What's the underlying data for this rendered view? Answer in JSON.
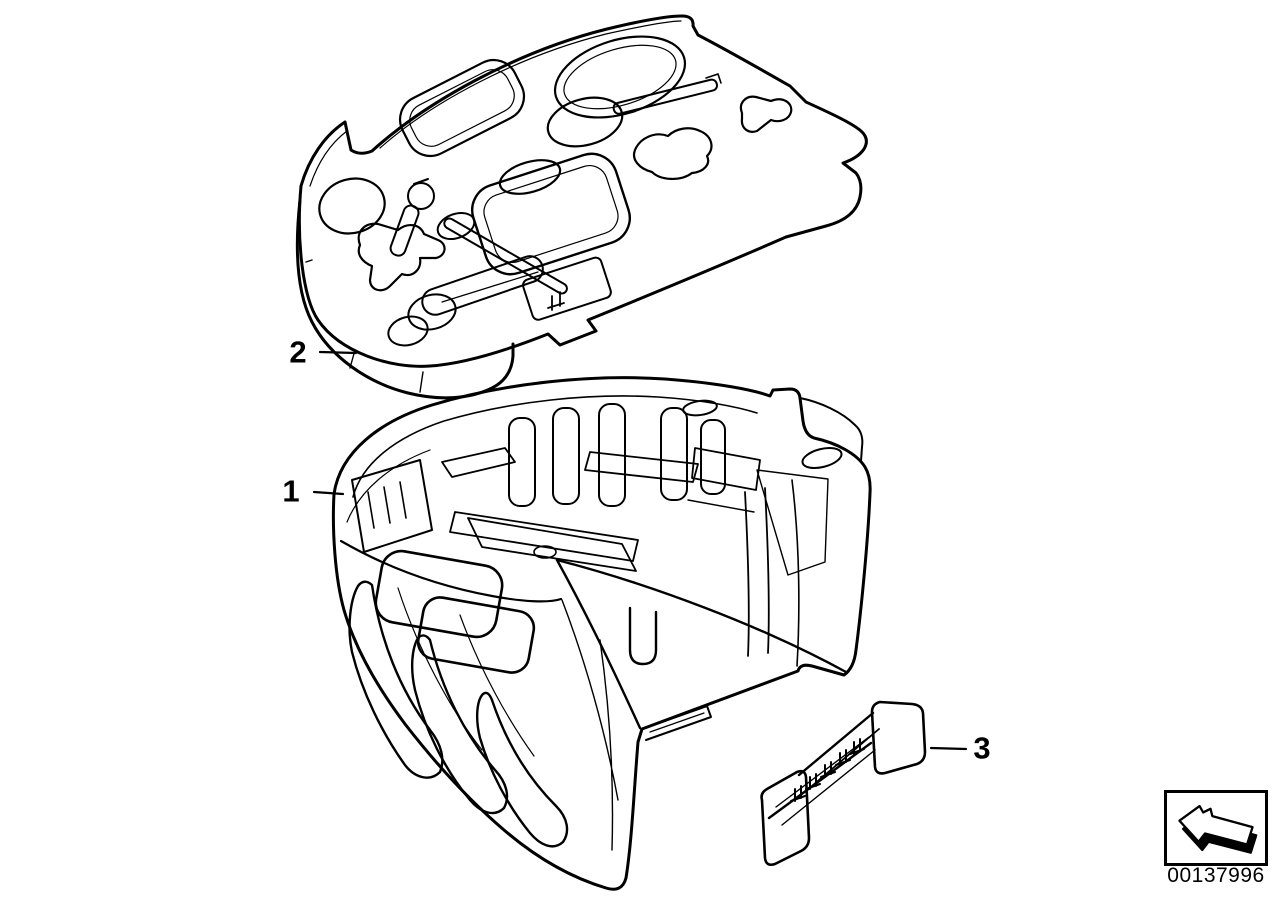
{
  "canvas": {
    "background": "#ffffff",
    "line_color": "#000000"
  },
  "callouts": [
    {
      "label": "1"
    },
    {
      "label": "2"
    },
    {
      "label": "3"
    }
  ],
  "stamp": {
    "part_number": "00137996",
    "icon": "exploded-view-arrow-icon"
  }
}
